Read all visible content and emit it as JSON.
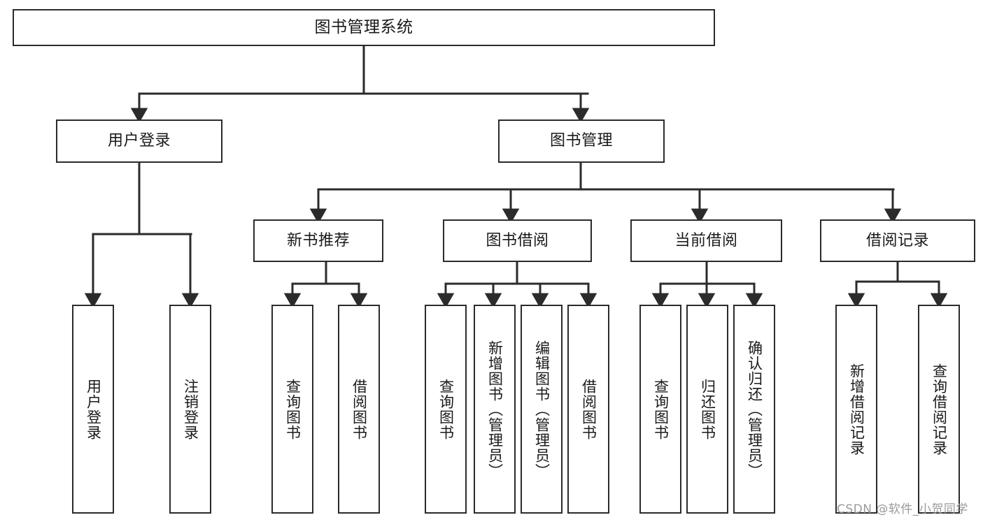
{
  "diagram": {
    "title": "图书管理系统",
    "type": "tree-hierarchy",
    "orientation": "top-down",
    "colors": {
      "box_stroke": "#2b2b2b",
      "box_fill": "#ffffff",
      "edge_stroke": "#2b2b2b",
      "text": "#1a1a1a",
      "watermark": "#9a9a9a"
    },
    "nodes": {
      "root": {
        "label": "图书管理系统"
      },
      "level1": [
        {
          "id": "user-login",
          "label": "用户登录"
        },
        {
          "id": "book-manage",
          "label": "图书管理"
        }
      ],
      "level2": [
        {
          "id": "new-book-rec",
          "label": "新书推荐"
        },
        {
          "id": "book-borrow",
          "label": "图书借阅"
        },
        {
          "id": "current-borrow",
          "label": "当前借阅"
        },
        {
          "id": "borrow-record",
          "label": "借阅记录"
        }
      ],
      "leaves": {
        "user_login": [
          {
            "id": "leaf-user-login",
            "label": "用户登录"
          },
          {
            "id": "leaf-logout-login",
            "label": "注销登录"
          }
        ],
        "new_book_rec": [
          {
            "id": "leaf-query-book-1",
            "label": "查询图书"
          },
          {
            "id": "leaf-borrow-book-1",
            "label": "借阅图书"
          }
        ],
        "book_borrow": [
          {
            "id": "leaf-query-book-2",
            "label": "查询图书"
          },
          {
            "id": "leaf-add-book",
            "label": "新增图书（管理员）"
          },
          {
            "id": "leaf-edit-book",
            "label": "编辑图书（管理员）"
          },
          {
            "id": "leaf-borrow-book-2",
            "label": "借阅图书"
          }
        ],
        "current_borrow": [
          {
            "id": "leaf-query-book-3",
            "label": "查询图书"
          },
          {
            "id": "leaf-return-book",
            "label": "归还图书"
          },
          {
            "id": "leaf-confirm-return",
            "label": "确认归还（管理员）"
          }
        ],
        "borrow_record": [
          {
            "id": "leaf-add-record",
            "label": "新增借阅记录"
          },
          {
            "id": "leaf-query-record",
            "label": "查询借阅记录"
          }
        ]
      }
    },
    "watermark": "CSDN @软件_小贺同学"
  }
}
